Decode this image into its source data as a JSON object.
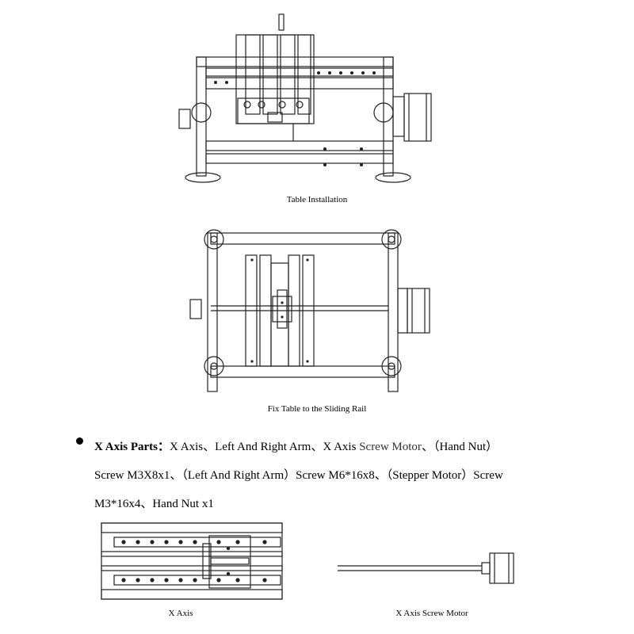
{
  "captions": {
    "table_installation": "Table Installation",
    "fix_table": "Fix Table to the Sliding Rail",
    "x_axis": "X Axis",
    "x_axis_screw_motor": "X Axis Screw Motor"
  },
  "parts_list": {
    "heading": "X Axis Parts：",
    "line1_a": "X Axis、Left And Right Arm、X Axis ",
    "line1_b": "Screw Motor",
    "line1_c": "、（Hand Nut）",
    "line2": "Screw M3X8x1、（Left And Right Arm）Screw M6*16x8、（Stepper Motor）Screw",
    "line3": "M3*16x4、Hand Nut x1"
  }
}
